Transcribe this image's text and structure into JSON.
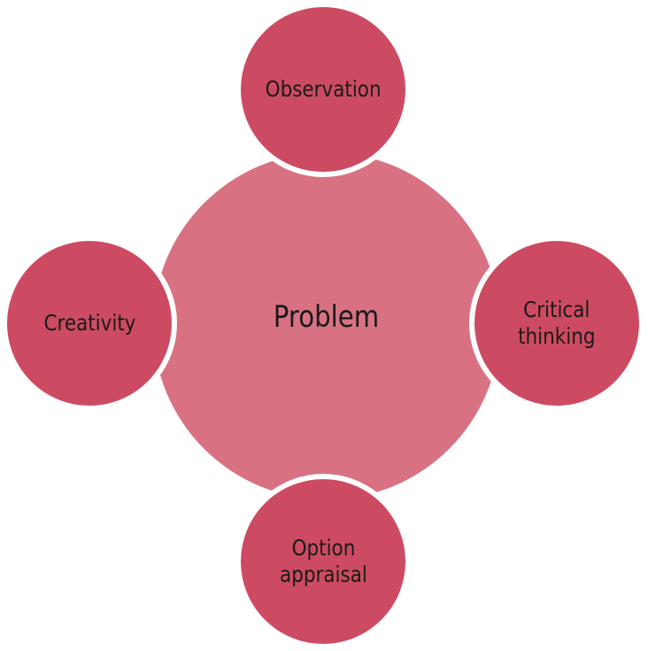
{
  "diagram": {
    "colors": {
      "center_fill": "#d87282",
      "satellite_fill": "#cd4b62",
      "separator": "#ffffff"
    },
    "center": {
      "label": "Problem"
    },
    "nodes": [
      {
        "id": "top",
        "label": "Observation"
      },
      {
        "id": "right",
        "label": "Critical\nthinking"
      },
      {
        "id": "bottom",
        "label": "Option\nappraisal"
      },
      {
        "id": "left",
        "label": "Creativity"
      }
    ]
  }
}
